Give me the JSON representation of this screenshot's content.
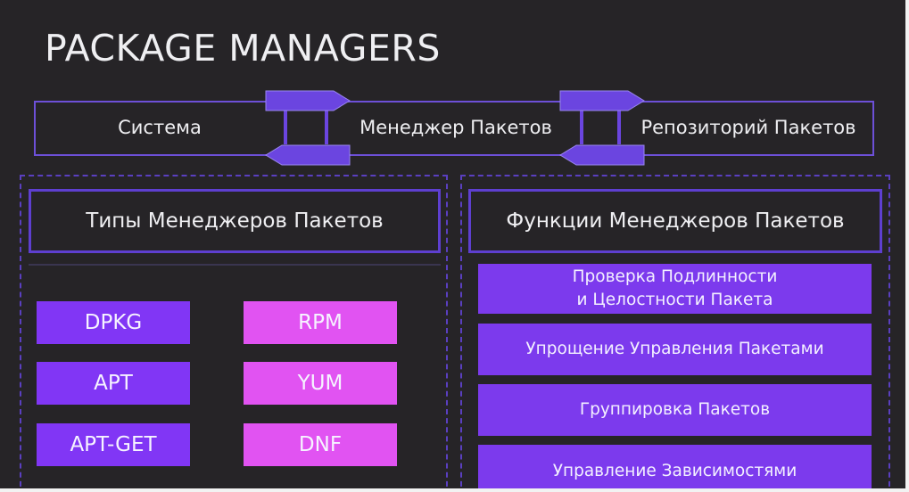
{
  "title": "PACKAGE MANAGERS",
  "flow": {
    "system": "Система",
    "manager": "Менеджер Пакетов",
    "repository": "Репозиторий Пакетов"
  },
  "types": {
    "heading": "Типы Менеджеров Пакетов",
    "deb": [
      "DPKG",
      "APT",
      "APT-GET"
    ],
    "rpm": [
      "RPM",
      "YUM",
      "DNF"
    ]
  },
  "functions": {
    "heading": "Функции Менеджеров Пакетов",
    "items": [
      {
        "line1": "Проверка Подлинности",
        "line2": "и Целостности Пакета"
      },
      {
        "line1": "Упрощение Управления Пакетами",
        "line2": ""
      },
      {
        "line1": "Группировка Пакетов",
        "line2": ""
      },
      {
        "line1": "Управление Зависимостями",
        "line2": ""
      }
    ]
  },
  "colors": {
    "background": "#262427",
    "accent": "#6d50d8",
    "deb_box": "#8136f5",
    "rpm_box": "#e153f2",
    "function_box": "#7c3aed"
  }
}
